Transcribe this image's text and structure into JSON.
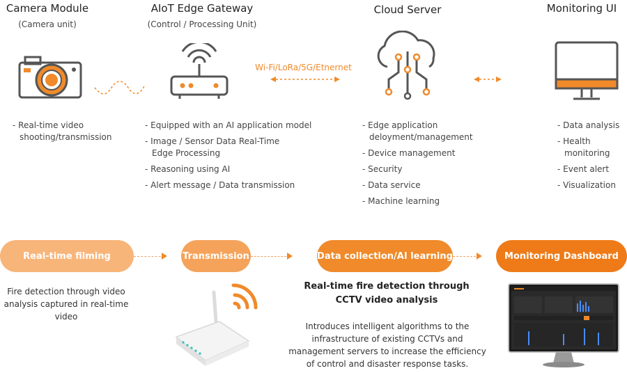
{
  "columns": [
    {
      "title": "Camera Module",
      "subtitle": "(Camera unit)",
      "icon": "camera-icon",
      "items": [
        "Real-time video shooting/transmission"
      ]
    },
    {
      "title": "AIoT Edge Gateway",
      "subtitle": "(Control / Processing Unit)",
      "icon": "router-icon",
      "items": [
        "Equipped with an AI application model",
        "Image / Sensor Data Real-Time Edge Processing",
        "Reasoning using AI",
        "Alert message / Data transmission"
      ]
    },
    {
      "title": "Cloud Server",
      "subtitle": "",
      "icon": "cloud-icon",
      "items": [
        "Edge application deloyment/management",
        "Device management",
        "Security",
        "Data service",
        "Machine learning"
      ]
    },
    {
      "title": "Monitoring UI",
      "subtitle": "",
      "icon": "monitor-icon",
      "items": [
        "Data analysis",
        "Health monitoring",
        "Event alert",
        "Visualization"
      ]
    }
  ],
  "connection_label": "Wi-Fi/LoRa/5G/Etnernet",
  "flow": [
    {
      "label": "Real-time filming",
      "color": "#f8b57a"
    },
    {
      "label": "Transmission",
      "color": "#f5a35a"
    },
    {
      "label": "Data collection/AI learning",
      "color": "#f08a2a"
    },
    {
      "label": "Monitoring Dashboard",
      "color": "#ee7b18"
    }
  ],
  "left_desc": "Fire detection through video analysis captured in real-time video",
  "center_title": "Real-time fire detection through CCTV video analysis",
  "center_desc": "Introduces intelligent algorithms to the infrastructure of existing CCTVs and management servers to increase the efficiency of control and disaster response tasks.",
  "colors": {
    "accent": "#f08a2a",
    "icon_gray": "#555555"
  }
}
